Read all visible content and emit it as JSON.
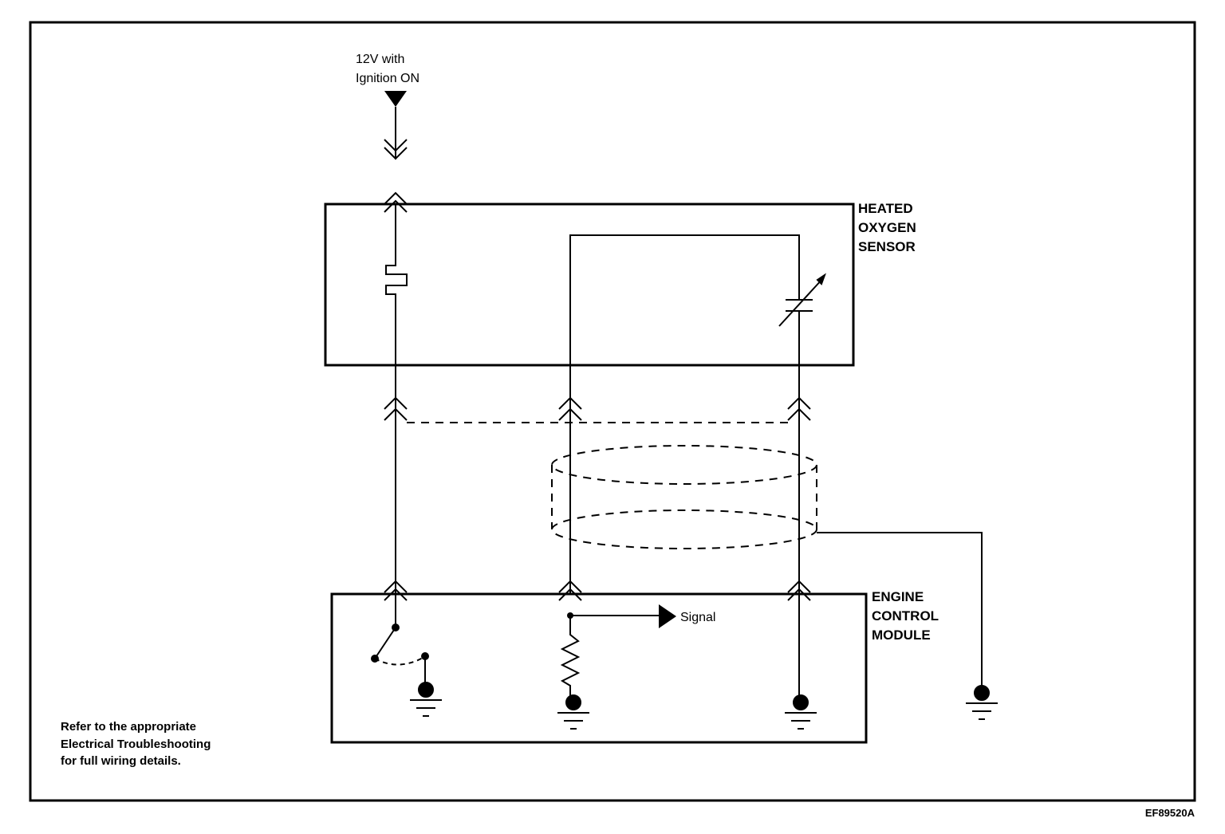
{
  "power_source": {
    "line1": "12V with",
    "line2": "Ignition ON"
  },
  "heated_oxygen_sensor": {
    "line1": "HEATED",
    "line2": "OXYGEN",
    "line3": "SENSOR"
  },
  "engine_control_module": {
    "line1": "ENGINE",
    "line2": "CONTROL",
    "line3": "MODULE"
  },
  "signal_label": "Signal",
  "note": {
    "line1": "Refer to the appropriate",
    "line2": "Electrical Troubleshooting",
    "line3": "for full wiring details."
  },
  "figure_code": "EF89520A",
  "colors": {
    "ink": "#000000",
    "paper": "#ffffff"
  }
}
